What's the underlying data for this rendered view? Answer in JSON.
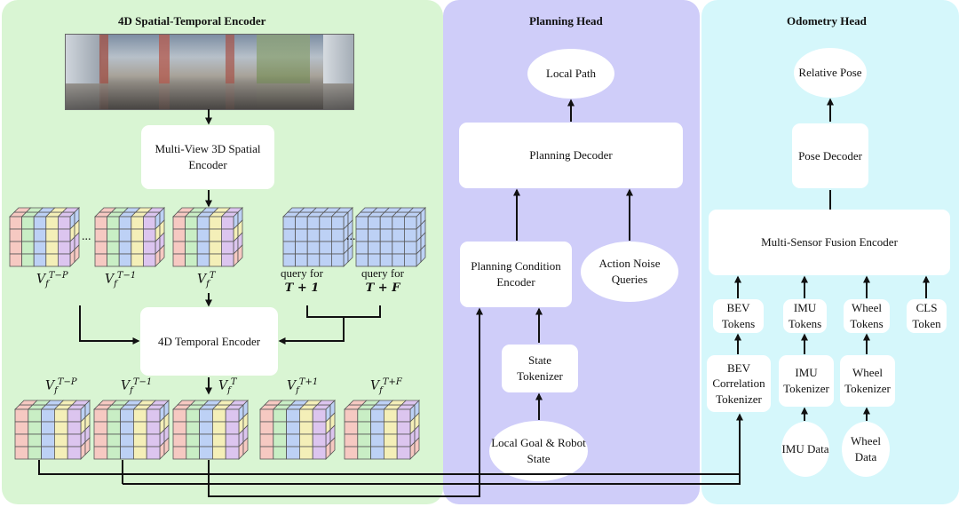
{
  "colors": {
    "spatial_panel": "#d9f5d3",
    "planning_panel": "#cfcdf9",
    "odometry_panel": "#d5f7fb",
    "feature_grid": [
      "#f6c9c2",
      "#c9eec5",
      "#bdd1f5",
      "#f4efb8",
      "#dcc5ef"
    ],
    "query_grid": "#bdd1f5"
  },
  "spatial_temporal": {
    "title": "4D Spatial-Temporal Encoder",
    "panorama_icon": "panorama-image",
    "spatial_encoder": "Multi-View 3D Spatial Encoder",
    "temporal_encoder": "4D Temporal Encoder",
    "top_cube_labels": [
      {
        "base": "V",
        "sub": "f",
        "sup": "T−P"
      },
      {
        "base": "V",
        "sub": "f",
        "sup": "T−1"
      },
      {
        "base": "V",
        "sub": "f",
        "sup": "T"
      }
    ],
    "query_labels": [
      {
        "line1": "query for",
        "line2": "T + 1"
      },
      {
        "line1": "query for",
        "line2": "T + F"
      }
    ],
    "bottom_cube_labels": [
      {
        "base": "V",
        "sub": "f",
        "sup": "T−P"
      },
      {
        "base": "V",
        "sub": "f",
        "sup": "T−1"
      },
      {
        "base": "V",
        "sub": "f",
        "sup": "T"
      },
      {
        "base": "V",
        "sub": "f",
        "sup": "T+1"
      },
      {
        "base": "V",
        "sub": "f",
        "sup": "T+F"
      }
    ],
    "ellipsis": "..."
  },
  "planning": {
    "title": "Planning Head",
    "local_path": "Local Path",
    "decoder": "Planning Decoder",
    "condition_encoder": "Planning Condition Encoder",
    "action_noise": "Action Noise Queries",
    "state_tokenizer": "State Tokenizer",
    "goal_state": "Local Goal & Robot State"
  },
  "odometry": {
    "title": "Odometry Head",
    "relative_pose": "Relative Pose",
    "pose_decoder": "Pose Decoder",
    "fusion_encoder": "Multi-Sensor Fusion Encoder",
    "tokens": [
      "BEV Tokens",
      "IMU Tokens",
      "Wheel Tokens",
      "CLS Token"
    ],
    "bev_tokenizer": "BEV Correlation Tokenizer",
    "imu_tokenizer": "IMU Tokenizer",
    "wheel_tokenizer": "Wheel Tokenizer",
    "imu_data": "IMU Data",
    "wheel_data": "Wheel Data"
  }
}
